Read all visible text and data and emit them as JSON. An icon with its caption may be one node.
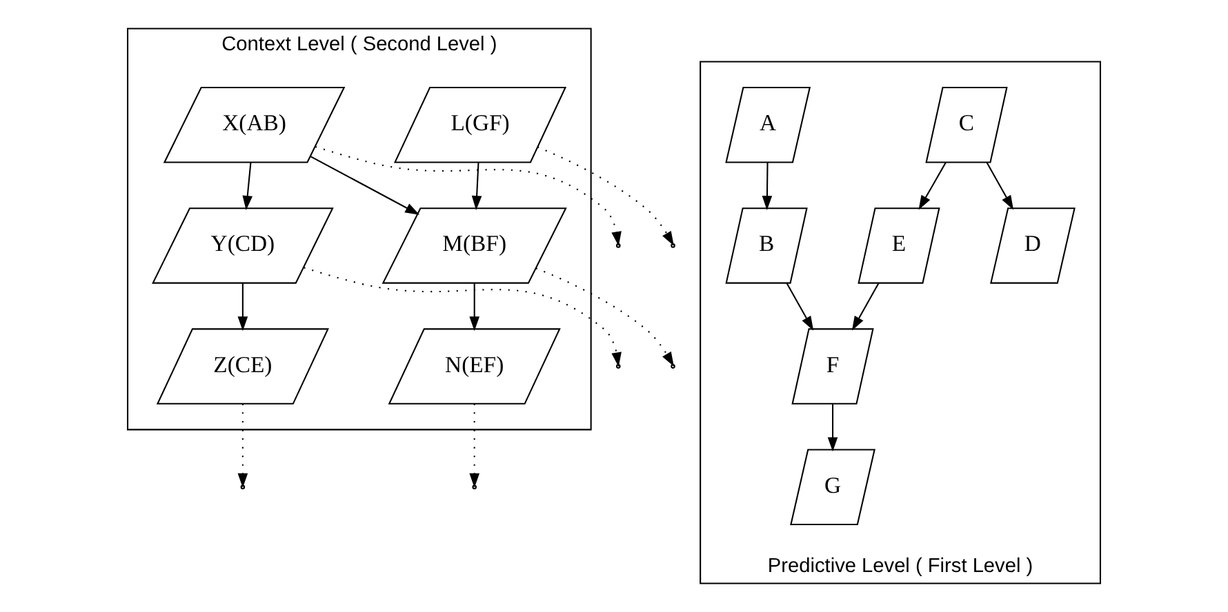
{
  "diagram": {
    "nodes": [
      {
        "text": [
          "Context Level ( Second Level )"
        ]
      },
      {
        "text": [
          "X(AB)"
        ],
        "in": 0
      },
      {
        "text": [
          "Y(CD)"
        ],
        "in": 0
      },
      {
        "text": [
          "Z(CE)"
        ],
        "in": 0
      },
      {
        "text": [
          "L(GF)"
        ],
        "in": 0
      },
      {
        "text": [
          "M(BF)"
        ],
        "in": 0
      },
      {
        "text": [
          "N(EF)"
        ],
        "in": 0
      },
      {
        "text": [
          "Predictive Level ( First Level )"
        ]
      },
      {
        "text": [
          "A"
        ],
        "in": 7
      },
      {
        "text": [
          "C"
        ],
        "in": 7
      },
      {
        "text": [
          "B"
        ],
        "in": 7
      },
      {
        "text": [
          "D"
        ],
        "in": 7
      },
      {
        "text": [
          "E"
        ],
        "in": 7
      },
      {
        "text": [
          "G"
        ],
        "in": 7
      },
      {
        "text": [
          "F"
        ],
        "in": 7
      }
    ],
    "edges": [
      {
        "from": 1,
        "to": 2,
        "arrow": "to"
      },
      {
        "from": 2,
        "to": 3,
        "arrow": "to"
      },
      {
        "from": 1,
        "to": 5,
        "arrow": "to"
      },
      {
        "from": 4,
        "to": 5,
        "arrow": "to"
      },
      {
        "from": 5,
        "to": 6,
        "arrow": "to"
      },
      {
        "from": 8,
        "to": 10,
        "arrow": "to"
      },
      {
        "from": 9,
        "to": 11,
        "arrow": "to"
      },
      {
        "from": 9,
        "to": 12,
        "arrow": "to"
      },
      {
        "from": 10,
        "to": 14,
        "arrow": "to"
      },
      {
        "from": 12,
        "to": 14,
        "arrow": "to"
      },
      {
        "from": 14,
        "to": 13,
        "arrow": "to"
      },
      {
        "from": 1,
        "to": null,
        "arrow": "to",
        "style": "dashed"
      },
      {
        "from": 2,
        "to": null,
        "arrow": "to",
        "style": "dashed"
      },
      {
        "from": 3,
        "to": null,
        "arrow": "to",
        "style": "dashed"
      },
      {
        "from": 4,
        "to": null,
        "arrow": "to",
        "style": "dashed"
      },
      {
        "from": 5,
        "to": null,
        "arrow": "to",
        "style": "dashed"
      },
      {
        "from": 6,
        "to": null,
        "arrow": "to",
        "style": "dashed"
      }
    ]
  }
}
